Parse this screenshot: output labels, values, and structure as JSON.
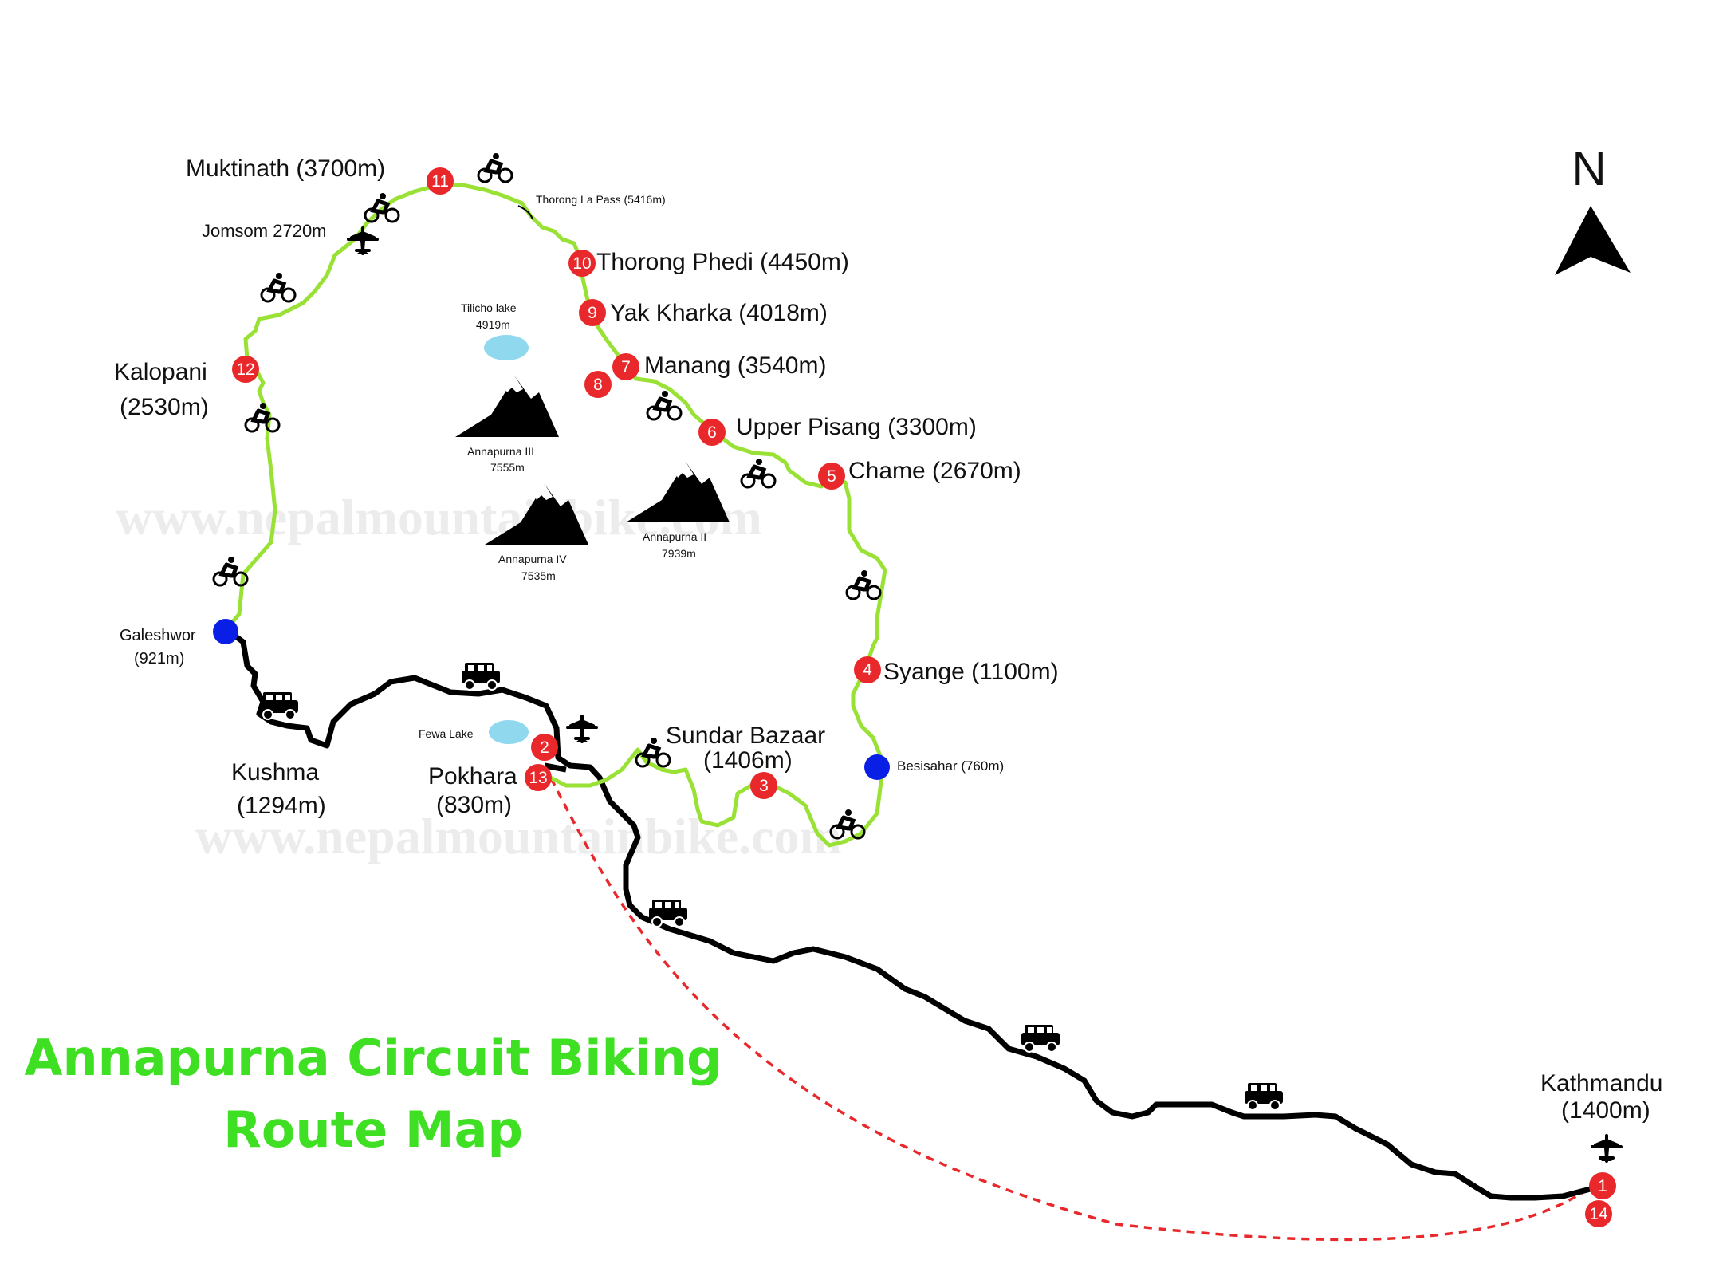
{
  "title": {
    "line1": "Annapurna Circuit Biking",
    "line2": "Route Map"
  },
  "compass": {
    "label": "N"
  },
  "watermark": {
    "text1": "www.nepalmountainbike.com",
    "text2": "www.nepalmountainbike.com"
  },
  "stops": [
    {
      "num": "1",
      "name": "Kathmandu",
      "alt": "(1400m)"
    },
    {
      "num": "2",
      "name": "Pokhara",
      "alt": "(830m)"
    },
    {
      "num": "3",
      "name": "Sundar Bazaar",
      "alt": "(1406m)"
    },
    {
      "num": "4",
      "name": "Syange (1100m)"
    },
    {
      "num": "5",
      "name": "Chame (2670m)"
    },
    {
      "num": "6",
      "name": "Upper Pisang (3300m)"
    },
    {
      "num": "7",
      "name": "Manang (3540m)"
    },
    {
      "num": "8"
    },
    {
      "num": "9",
      "name": "Yak Kharka (4018m)"
    },
    {
      "num": "10",
      "name": "Thorong Phedi (4450m)"
    },
    {
      "num": "11",
      "name": "Muktinath (3700m)"
    },
    {
      "num": "12",
      "name": "Kalopani",
      "alt": "(2530m)"
    },
    {
      "num": "13"
    },
    {
      "num": "14"
    }
  ],
  "waypoints": {
    "galeshwor": {
      "name": "Galeshwor",
      "alt": "(921m)"
    },
    "besisahar": {
      "name": "Besisahar (760m)"
    },
    "kushma": {
      "name": "Kushma",
      "alt": "(1294m)"
    },
    "jomsom": {
      "name": "Jomsom 2720m"
    },
    "thorong_la": {
      "name": "Thorong La Pass (5416m)"
    }
  },
  "lakes": {
    "tilicho": {
      "name": "Tilicho lake",
      "alt": "4919m"
    },
    "fewa": {
      "name": "Fewa Lake"
    }
  },
  "peaks": [
    {
      "name": "Annapurna III",
      "alt": "7555m"
    },
    {
      "name": "Annapurna IV",
      "alt": "7535m"
    },
    {
      "name": "Annapurna II",
      "alt": "7939m"
    }
  ],
  "colors": {
    "bike_route": "#99e235",
    "drive_route": "#000000",
    "flight_route": "#e8282b",
    "stop_marker": "#e8282b",
    "waypoint_marker": "#0a1fe6",
    "title": "#3fe023",
    "lake": "#8fd8ee"
  },
  "icons": [
    "cyclist-icon",
    "jeep-icon",
    "airplane-icon",
    "mountain-icon",
    "north-arrow-icon"
  ]
}
